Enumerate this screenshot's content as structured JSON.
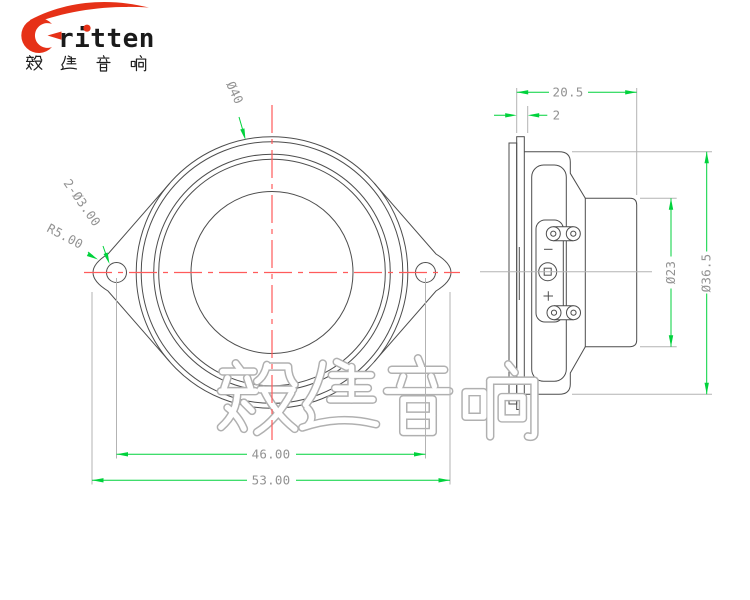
{
  "logo": {
    "brand": "ritten",
    "brand_full": "Eritten",
    "chinese": "毅廷音响",
    "accent_color": "#e63117"
  },
  "watermark": {
    "text": "毅廷音响"
  },
  "front_view": {
    "dims": {
      "outer_diameter": "Ø40",
      "mounting_holes": "2-Ø3.00",
      "fillet_radius": "R5.00",
      "hole_spacing": "46.00",
      "overall_width": "53.00"
    }
  },
  "side_view": {
    "dims": {
      "depth": "20.5",
      "flange_thickness": "2",
      "magnet_diameter": "Ø23",
      "frame_diameter": "Ø36.5"
    },
    "terminal_minus": "-",
    "terminal_plus": "+"
  },
  "colors": {
    "dimension_line": "#00d23c",
    "dimension_text": "#929292",
    "centerline": "#ff5b5b",
    "drawing_line": "#4d4d4d"
  }
}
